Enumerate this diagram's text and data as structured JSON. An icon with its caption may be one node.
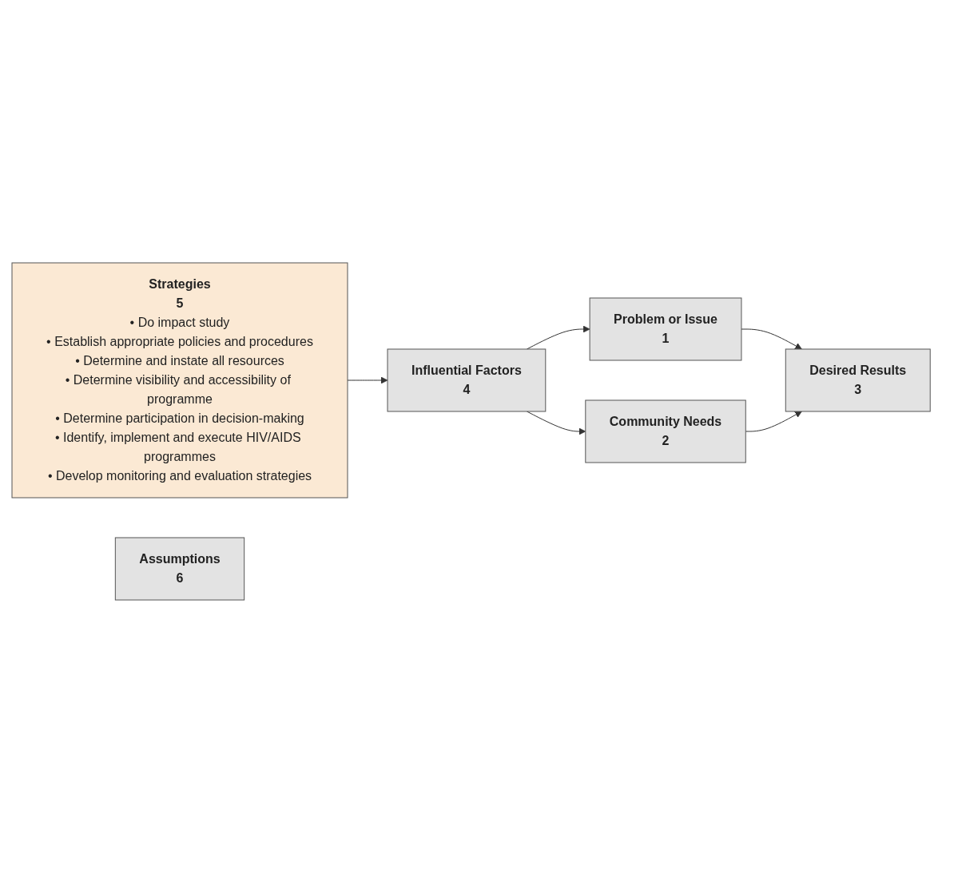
{
  "diagram": {
    "nodes": [
      {
        "text": [
          "Strategies",
          "5",
          "• Do impact study",
          "• Establish appropriate policies and procedures",
          "• Determine and instate all resources",
          "• Determine visibility and accessibility of programme",
          "• Determine participation in decision-making",
          "• Identify, implement and execute HIV/AIDS programmes",
          "• Develop monitoring and evaluation strategies"
        ]
      },
      {
        "text": [
          "Assumptions",
          "6"
        ]
      },
      {
        "text": [
          "Influential Factors",
          "4"
        ]
      },
      {
        "text": [
          "Problem or Issue",
          "1"
        ]
      },
      {
        "text": [
          "Community Needs",
          "2"
        ]
      },
      {
        "text": [
          "Desired Results",
          "3"
        ]
      }
    ],
    "edges": [
      {
        "from": 0,
        "to": 2,
        "arrow": "to"
      },
      {
        "from": 2,
        "to": 3,
        "arrow": "to"
      },
      {
        "from": 2,
        "to": 4,
        "arrow": "to"
      },
      {
        "from": 3,
        "to": 5,
        "arrow": "to"
      },
      {
        "from": 4,
        "to": 5,
        "arrow": "to"
      }
    ]
  }
}
